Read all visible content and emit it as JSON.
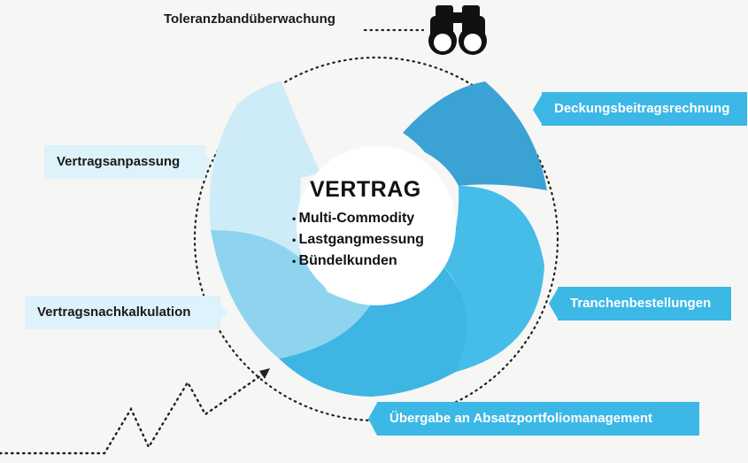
{
  "center": {
    "title": "VERTRAG",
    "items": [
      "Multi-Commodity",
      "Lastgangmessung",
      "Bündelkunden"
    ]
  },
  "labels": {
    "top": "Toleranzbandüberwachung",
    "left_upper": "Vertragsanpassung",
    "left_lower": "Vertragsnachkalkulation",
    "right_upper": "Deckungsbeitragsrechnung",
    "right_middle": "Tranchenbestellungen",
    "bottom": "Übergabe an Absatzportfoliomanagement"
  },
  "icons": {
    "binoculars": "binoculars-icon",
    "arrow": "trend-arrow-icon"
  },
  "colors": {
    "segment_dark": "#3aa6d6",
    "segment_mid": "#46bde8",
    "segment_light": "#a9def3",
    "segment_palest": "#cfeef9",
    "box_dark": "#3bb8e6",
    "box_light": "#ddf2fb"
  }
}
